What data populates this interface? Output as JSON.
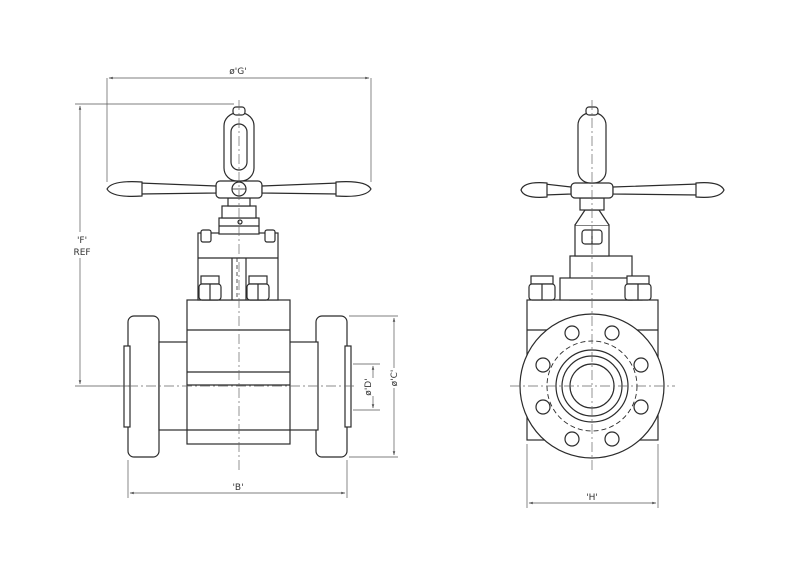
{
  "drawing": {
    "line_color": "#2b2b2b",
    "dim_color": "#555555",
    "fill_color": "#ffffff",
    "front_view": {
      "dim_g": "ø'G'",
      "dim_f": "'F'",
      "dim_f_ref": "REF",
      "dim_d": "ø'D'",
      "dim_c": "ø'C'",
      "dim_b": "'B'"
    },
    "side_view": {
      "dim_h": "'H'"
    }
  }
}
